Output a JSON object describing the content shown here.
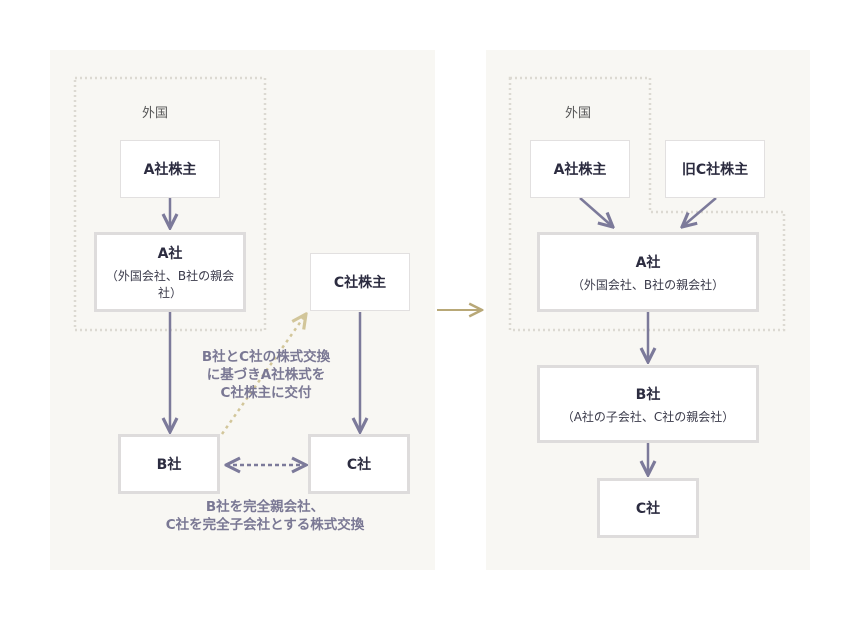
{
  "left": {
    "region_label": "外国",
    "boxes": {
      "a_shareholders": "A社株主",
      "a_company": {
        "title": "A社",
        "sub": "（外国会社、B社の親会社）"
      },
      "c_shareholders": "C社株主",
      "b_company": "B社",
      "c_company": "C社"
    },
    "notes": {
      "share_delivery": [
        "B社とC社の株式交換",
        "に基づきA社株式を",
        "C社株主に交付"
      ],
      "exchange": [
        "B社を完全親会社、",
        "C社を完全子会社とする株式交換"
      ]
    }
  },
  "right": {
    "region_label": "外国",
    "boxes": {
      "a_shareholders": "A社株主",
      "former_c_shareholders": "旧C社株主",
      "a_company": {
        "title": "A社",
        "sub": "（外国会社、B社の親会社）"
      },
      "b_company": {
        "title": "B社",
        "sub": "（A社の子会社、C社の親会社）"
      },
      "c_company": "C社"
    }
  },
  "colors": {
    "arrow": "#7c7a9a",
    "transition_arrow": "#b8a877",
    "dotted_gold": "#d2c69a",
    "panel": "#f8f7f3",
    "region_border": "#dcd9d2"
  }
}
